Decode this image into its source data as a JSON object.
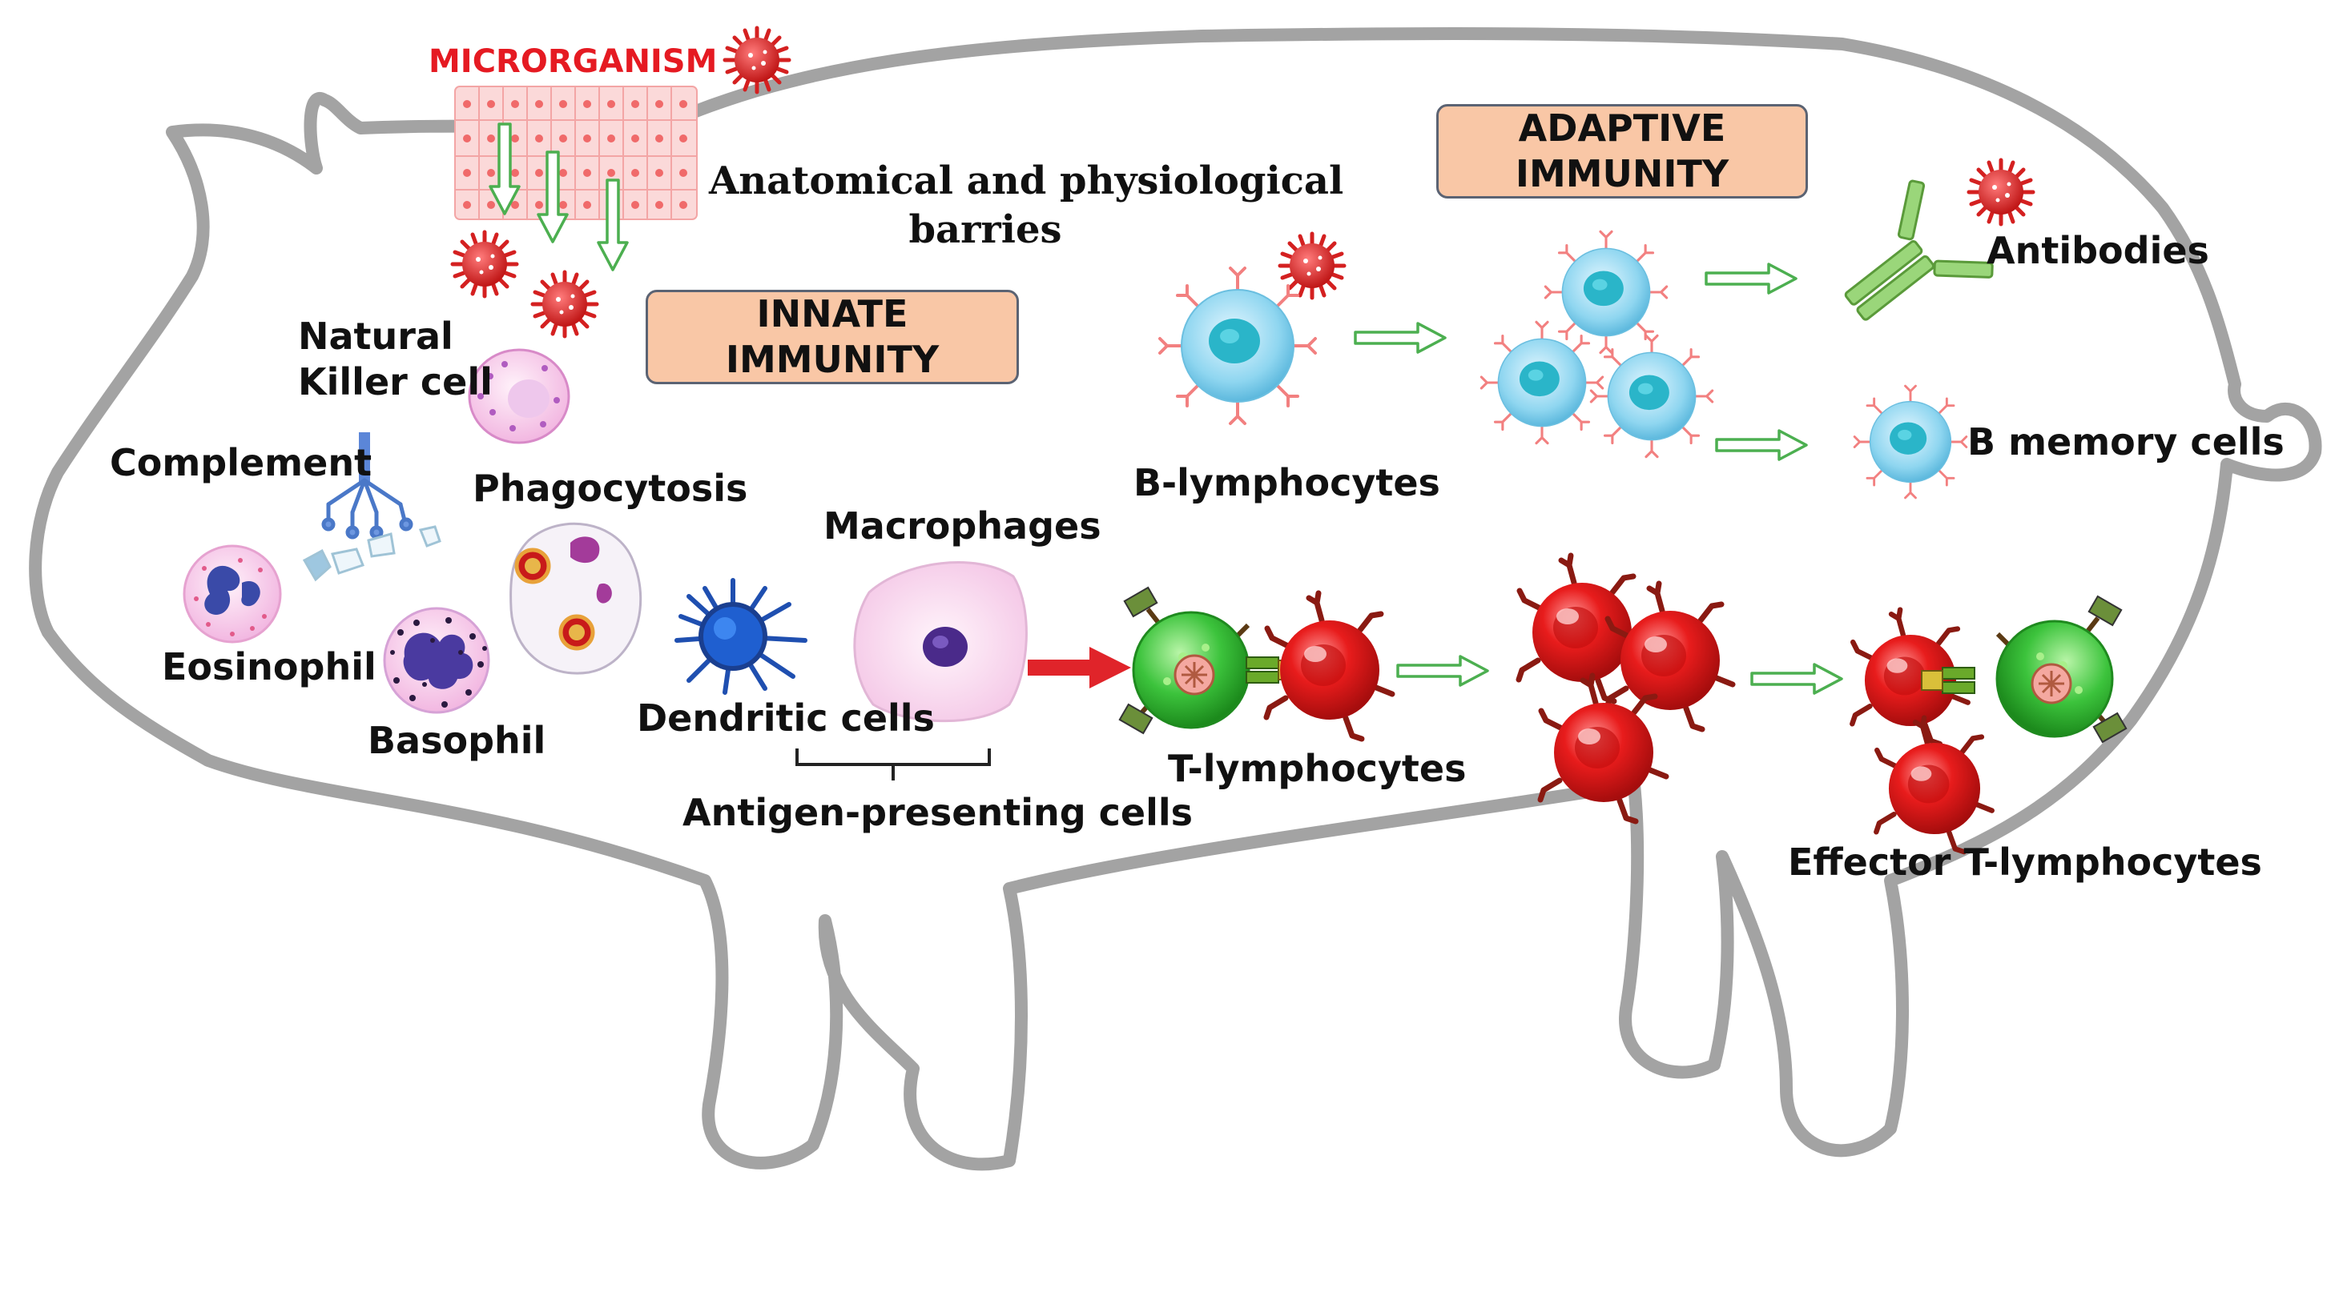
{
  "colors": {
    "outline": "#9a9a9a",
    "box_fill": "#f9c7a6",
    "box_border": "#5b6373",
    "microbe": "#e0242a",
    "arrow_green": "#4caf50",
    "arrow_red": "#e0242a",
    "b_cell": "#7fd0ec",
    "t_cell_red": "#e01e1e",
    "t_cell_green": "#3cc33c"
  },
  "labels": {
    "microorganism": "MICRORGANISM",
    "barriers_line1": "Anatomical and physiological",
    "barriers_line2": "barries",
    "innate": "INNATE IMMUNITY",
    "adaptive_line1": "ADAPTIVE",
    "adaptive_line2": "IMMUNITY",
    "nk_line1": "Natural",
    "nk_line2": "Killer cell",
    "complement": "Complement",
    "phagocytosis": "Phagocytosis",
    "eosinophil": "Eosinophil",
    "basophil": "Basophil",
    "dendritic": "Dendritic cells",
    "macrophages": "Macrophages",
    "apc": "Antigen-presenting cells",
    "b_lymphocytes": "B-lymphocytes",
    "antibodies": "Antibodies",
    "b_memory": "B memory cells",
    "t_lymphocytes": "T-lymphocytes",
    "effector": "Effector T-lymphocytes"
  }
}
